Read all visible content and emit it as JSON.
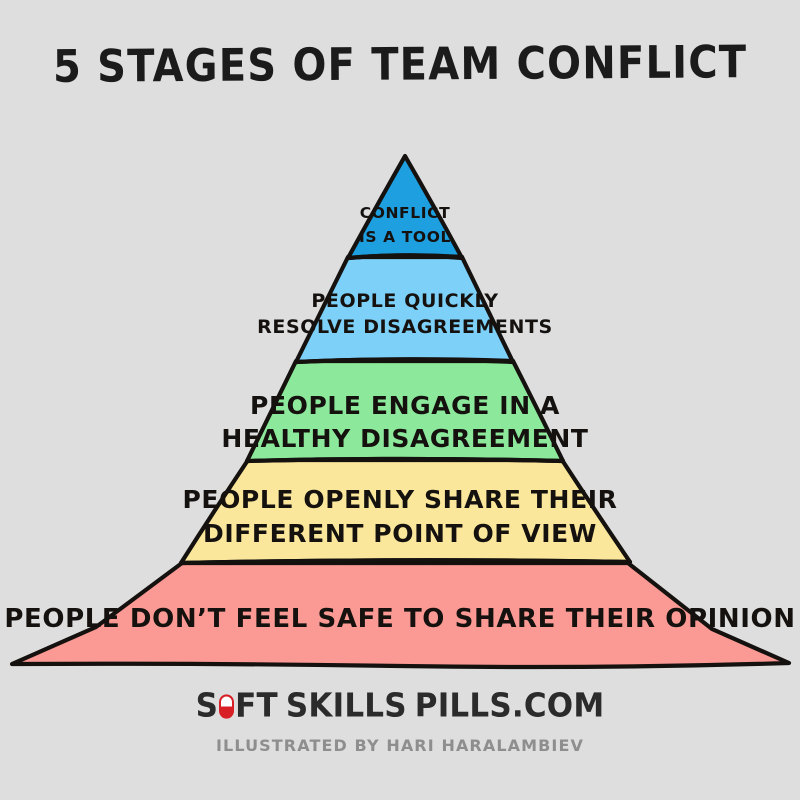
{
  "background_color": "#dedede",
  "title": "5 STAGES OF TEAM CONFLICT",
  "chart_data": {
    "type": "pyramid",
    "title": "5 STAGES OF TEAM CONFLICT",
    "orientation": "apex-top",
    "level_count": 5,
    "levels": [
      {
        "rank": 5,
        "position": "top",
        "label": "CONFLICT IS A TOOL",
        "lines": [
          "CONFLICT",
          "IS A TOOL"
        ],
        "color": "#1e9fe0"
      },
      {
        "rank": 4,
        "position": "second",
        "label": "PEOPLE QUICKLY RESOLVE DISAGREEMENTS",
        "lines": [
          "PEOPLE QUICKLY",
          "RESOLVE DISAGREEMENTS"
        ],
        "color": "#7dd0f8"
      },
      {
        "rank": 3,
        "position": "middle",
        "label": "PEOPLE ENGAGE IN A HEALTHY DISAGREEMENT",
        "lines": [
          "PEOPLE ENGAGE IN A",
          "HEALTHY DISAGREEMENT"
        ],
        "color": "#8ce89a"
      },
      {
        "rank": 2,
        "position": "fourth",
        "label": "PEOPLE OPENLY SHARE THEIR DIFFERENT POINT OF VIEW",
        "lines": [
          "PEOPLE OPENLY SHARE THEIR",
          "DIFFERENT POINT OF VIEW"
        ],
        "color": "#fae79b"
      },
      {
        "rank": 1,
        "position": "base",
        "label": "PEOPLE DON’T FEEL SAFE TO SHARE THEIR OPINION",
        "lines": [
          "PEOPLE DON’T FEEL SAFE TO SHARE THEIR OPINION"
        ],
        "color": "#fb9a94"
      }
    ],
    "outline_color": "#14110f"
  },
  "footer": {
    "brand_part1": "S",
    "brand_part2": "FT",
    "brand_part3": "SKILLS",
    "brand_part4": "PILLS.COM",
    "pill_icon_colors": {
      "body": "#d81f26",
      "cap": "#ffffff"
    },
    "credit": "ILLUSTRATED BY HARI HARALAMBIEV",
    "credit_color": "#8e8e8e"
  }
}
